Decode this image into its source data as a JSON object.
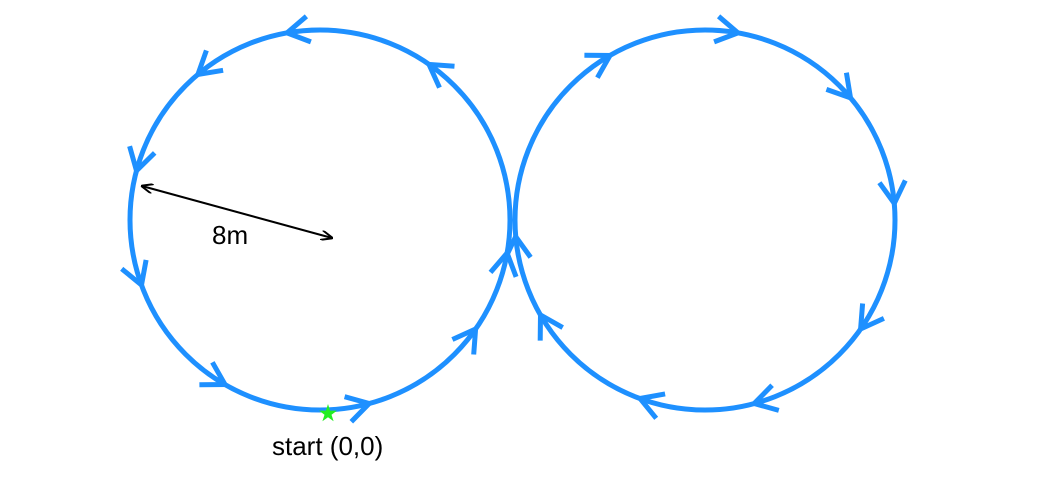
{
  "colors": {
    "path": "#1E90FF",
    "start_marker": "#22EE22",
    "radius_arrow": "#000000",
    "background": "#FFFFFF"
  },
  "loops": [
    {
      "id": "left-loop",
      "direction": "counterclockwise"
    },
    {
      "id": "right-loop",
      "direction": "clockwise"
    }
  ],
  "radius": {
    "label": "8m"
  },
  "start": {
    "label": "start (0,0)",
    "marker": "star"
  }
}
